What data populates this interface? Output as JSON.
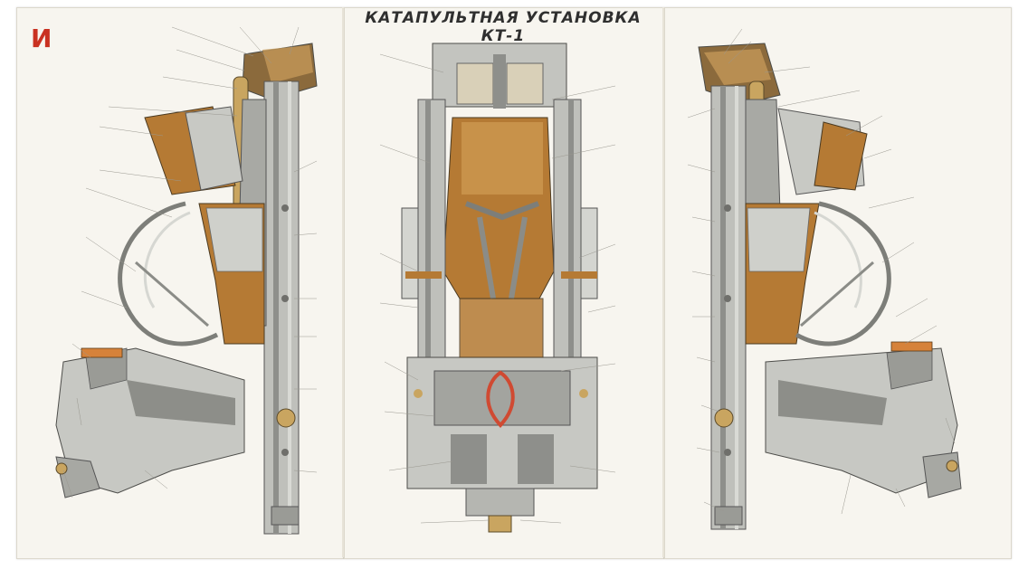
{
  "poster": {
    "title": "КАТАПУЛЬТНАЯ УСТАНОВКА КТ-1",
    "sheet_letter": "И"
  },
  "icons": {
    "seat_left": "ejection-seat-side-view",
    "seat_center": "ejection-seat-front-view",
    "seat_right": "ejection-seat-mirrored-side-view",
    "ring": "ejection-handle-ring-icon"
  },
  "colors": {
    "accent_red": "#c93121",
    "cushion_brown": "#b57a34",
    "metal_gray": "#bfc0bb",
    "metal_dark": "#6f6f6b",
    "background": "#f7f5ef",
    "ring_red": "#d04a32"
  }
}
